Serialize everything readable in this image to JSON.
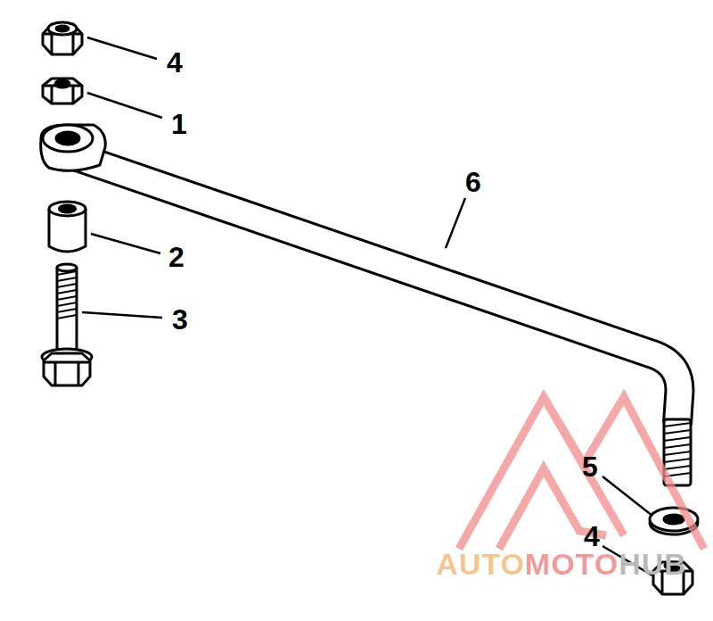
{
  "diagram": {
    "labels": [
      "4",
      "1",
      "6",
      "2",
      "3",
      "5",
      "4",
      "AUTOMOTOHUB"
    ]
  }
}
